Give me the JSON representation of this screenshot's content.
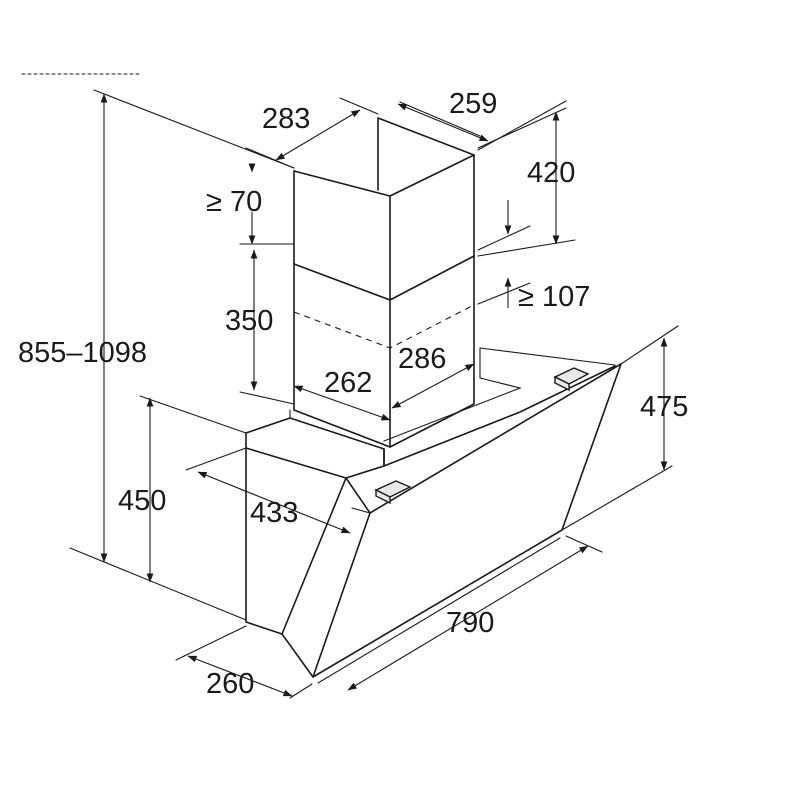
{
  "dimensions": {
    "chimney_depth": "283",
    "chimney_width": "259",
    "upper_chimney_height": "420",
    "min_top_gap": "≥ 70",
    "chimney_overlap_min": "≥ 107",
    "lower_chimney_height": "350",
    "total_height": "855–1098",
    "inner_width": "262",
    "inner_depth": "286",
    "hood_height": "475",
    "body_height": "450",
    "hood_depth": "433",
    "bottom_depth": "260",
    "hood_width": "790"
  }
}
